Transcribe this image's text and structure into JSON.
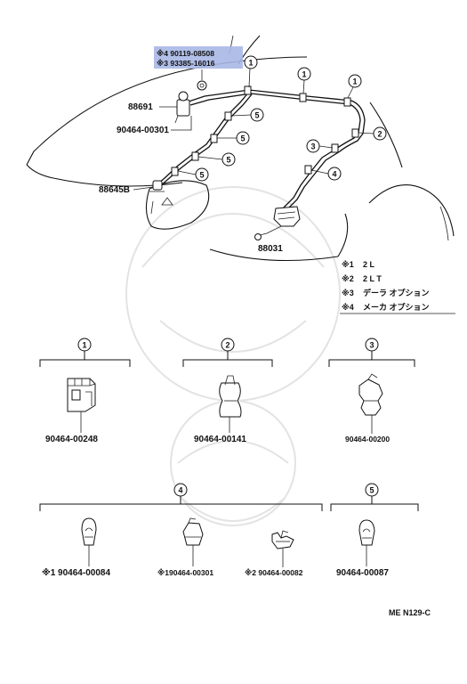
{
  "highlight_color": "#a9b8e6",
  "top_parts": {
    "highlighted_line1": "※4 90119-08508",
    "highlighted_line2": "※3 93385-16016"
  },
  "main_labels": {
    "p88691": "88691",
    "p90464_00301": "90464-00301",
    "p88645b": "88645B",
    "p88031": "88031"
  },
  "callouts": {
    "c1a": "1",
    "c1b": "1",
    "c1c": "1",
    "c2": "2",
    "c3": "3",
    "c4": "4",
    "c5a": "5",
    "c5b": "5",
    "c5c": "5",
    "c5d": "5"
  },
  "legend": [
    {
      "mark": "※1",
      "text": "2 L"
    },
    {
      "mark": "※2",
      "text": "2 L T"
    },
    {
      "mark": "※3",
      "text": "デーラ オプション"
    },
    {
      "mark": "※4",
      "text": "メーカ オプション"
    }
  ],
  "groups": {
    "g1": {
      "num": "1",
      "parts": [
        {
          "label": "90464-00248"
        }
      ]
    },
    "g2": {
      "num": "2",
      "parts": [
        {
          "label": "90464-00141"
        }
      ]
    },
    "g3": {
      "num": "3",
      "parts": [
        {
          "label": "90464-00200"
        }
      ]
    },
    "g4": {
      "num": "4",
      "parts": [
        {
          "label": "※1  90464-00084"
        },
        {
          "label": "※190464-00301"
        },
        {
          "label": "※2 90464-00082"
        }
      ]
    },
    "g5": {
      "num": "5",
      "parts": [
        {
          "label": "90464-00087"
        }
      ]
    }
  },
  "reference": "ME N129-C"
}
